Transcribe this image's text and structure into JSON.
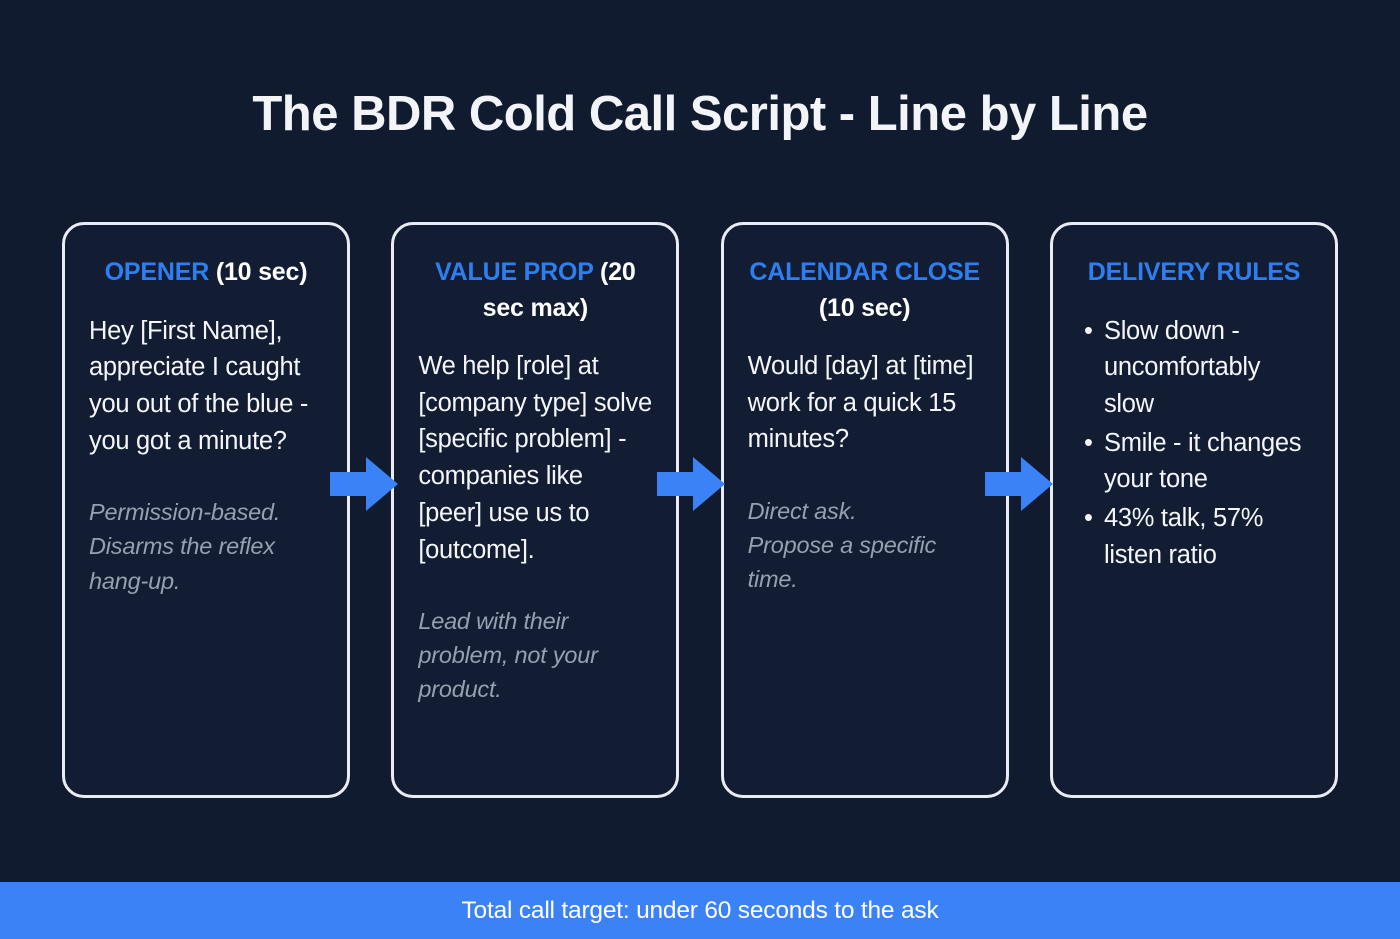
{
  "title": "The BDR Cold Call Script - Line by Line",
  "colors": {
    "background": "#101b30",
    "card_background": "#121d33",
    "card_border": "#e9ecf2",
    "accent_blue": "#2f7ef0",
    "footer_blue": "#3b82f6",
    "body_text": "#f4f6f9",
    "note_text": "#97a0b0"
  },
  "cards": [
    {
      "heading_keyword": "OPENER",
      "heading_timing": "(10 sec)",
      "body": "Hey [First Name], appreciate I caught you out of the blue - you got a minute?",
      "note_lines": [
        "Permission-based.",
        "Disarms the reflex hang-up."
      ]
    },
    {
      "heading_keyword": "VALUE PROP",
      "heading_timing": "(20 sec max)",
      "body": "We help [role] at [company type] solve [specific problem] - companies like [peer] use us to [outcome].",
      "note_lines": [
        "Lead with their problem, not your product."
      ]
    },
    {
      "heading_keyword": "CALENDAR CLOSE",
      "heading_timing": "(10 sec)",
      "body": "Would [day] at [time] work for a quick 15 minutes?",
      "note_lines": [
        "Direct ask.",
        "Propose a specific time."
      ]
    },
    {
      "heading_keyword": "DELIVERY RULES",
      "heading_timing": "",
      "bullets": [
        "Slow down - uncomfortably slow",
        "Smile - it changes your tone",
        "43% talk, 57% listen ratio"
      ]
    }
  ],
  "arrows": [
    {
      "name": "arrow-opener-to-value-prop"
    },
    {
      "name": "arrow-value-prop-to-calendar-close"
    },
    {
      "name": "arrow-calendar-close-to-delivery-rules"
    }
  ],
  "footer": {
    "text": "Total call target: under 60 seconds to the ask"
  }
}
